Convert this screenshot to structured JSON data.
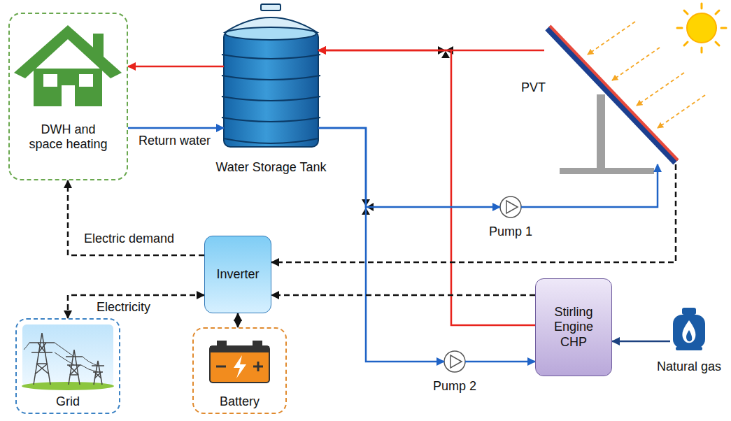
{
  "diagram": {
    "nodes": [
      {
        "text": [
          "DWH and space heating"
        ]
      },
      {
        "text": [
          "Water Storage Tank"
        ]
      },
      {
        "text": [
          "PVT"
        ]
      },
      {
        "text": [
          "Pump 1"
        ]
      },
      {
        "text": [
          "Inverter"
        ]
      },
      {
        "text": [
          "Stirling Engine CHP"
        ]
      },
      {
        "text": [
          "Natural gas"
        ]
      },
      {
        "text": [
          "Grid"
        ]
      },
      {
        "text": [
          "Battery"
        ]
      },
      {
        "text": [
          "Pump 2"
        ]
      }
    ],
    "edges": [
      {
        "from": 1,
        "to": 0,
        "arrow": "to"
      },
      {
        "from": 0,
        "to": 1,
        "label": "Return water",
        "arrow": "to"
      },
      {
        "from": 2,
        "to": 1,
        "arrow": "to"
      },
      {
        "from": 5,
        "to": 1,
        "arrow": "to"
      },
      {
        "from": 1,
        "to": 3,
        "arrow": "to"
      },
      {
        "from": 1,
        "to": 9,
        "arrow": "to"
      },
      {
        "from": 3,
        "to": 2,
        "arrow": "to"
      },
      {
        "from": 9,
        "to": 5,
        "arrow": "to"
      },
      {
        "from": 6,
        "to": 5,
        "arrow": "to"
      },
      {
        "from": 2,
        "to": 4,
        "arrow": "to"
      },
      {
        "from": 5,
        "to": 4,
        "arrow": "to"
      },
      {
        "from": 4,
        "to": 0,
        "label": "Electric demand",
        "arrow": "to"
      },
      {
        "from": 4,
        "to": 7,
        "label": "Electricity",
        "arrow": "both"
      },
      {
        "from": 4,
        "to": 8,
        "arrow": "both"
      }
    ]
  }
}
